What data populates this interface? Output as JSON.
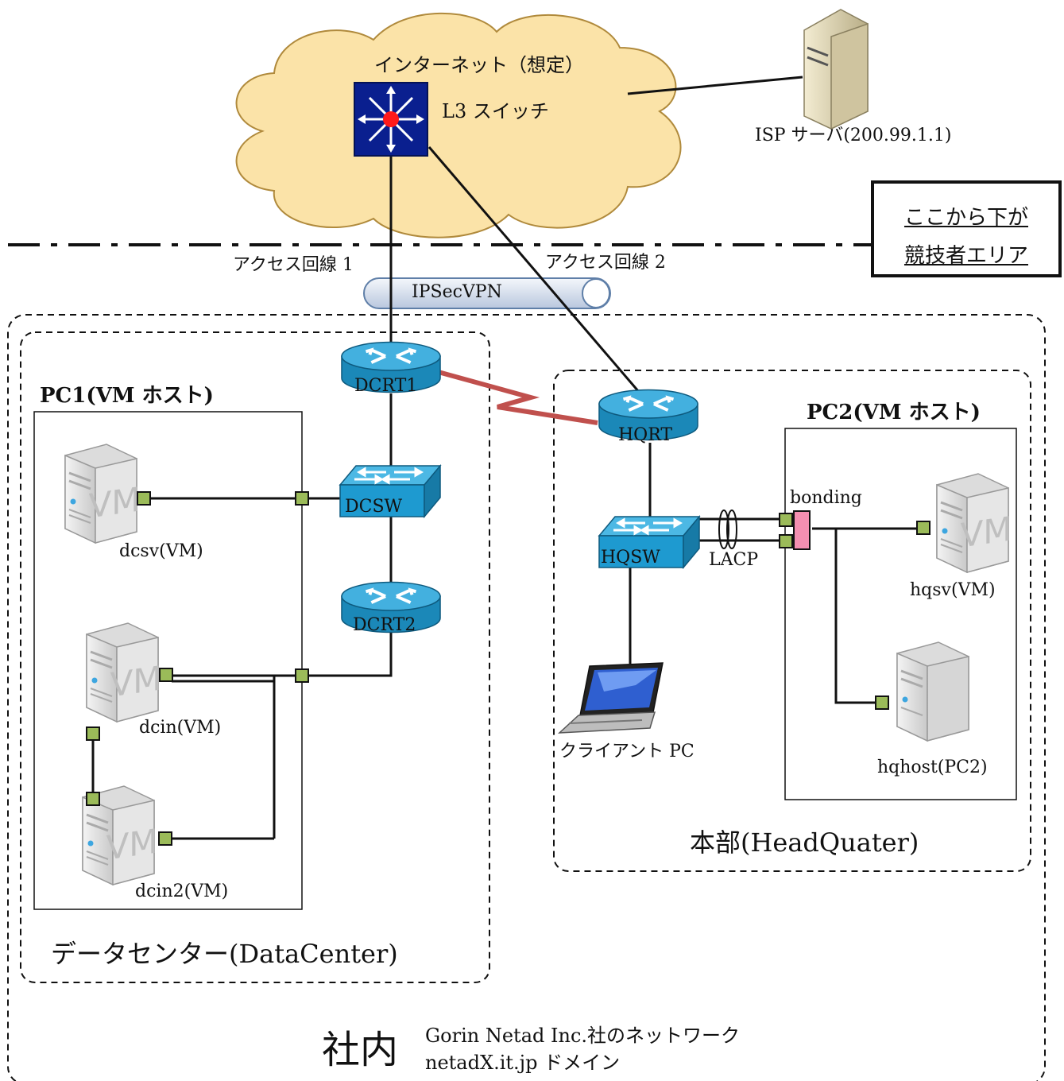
{
  "internet": {
    "cloud_label": "インターネット（想定）",
    "l3_switch_label": "L3 スイッチ",
    "isp_server_label": "ISP サーバ(200.99.1.1)"
  },
  "zone_note": {
    "line1": "ここから下が",
    "line2": "競技者エリア"
  },
  "links": {
    "access1": "アクセス回線 1",
    "access2": "アクセス回線 2",
    "vpn": "IPSecVPN",
    "bonding": "bonding",
    "lacp": "LACP"
  },
  "devices": {
    "dcrt1": "DCRT1",
    "dcsw": "DCSW",
    "dcrt2": "DCRT2",
    "hqrt": "HQRT",
    "hqsw": "HQSW"
  },
  "datacenter": {
    "label": "データセンター(DataCenter)",
    "pc1_label": "PC1(VM ホスト)",
    "vm_text": "VM",
    "dcsv": "dcsv(VM)",
    "dcin": "dcin(VM)",
    "dcin2": "dcin2(VM)"
  },
  "headquarter": {
    "label": "本部(HeadQuater)",
    "pc2_label": "PC2(VM ホスト)",
    "hqsv": "hqsv(VM)",
    "hqhost": "hqhost(PC2)",
    "client": "クライアント PC"
  },
  "company": {
    "label": "社内",
    "line1": "Gorin Netad Inc.社のネットワーク",
    "line2": "netadX.it.jp ドメイン"
  },
  "colors": {
    "cloud_fill": "#fbe3a8",
    "cloud_stroke": "#b08a3c",
    "router_blue": "#1d8fc0",
    "switch_blue": "#25a3d4",
    "serial_link": "#c0504d",
    "port_green": "#9bbb59",
    "bonding_pink": "#f48fb1"
  }
}
